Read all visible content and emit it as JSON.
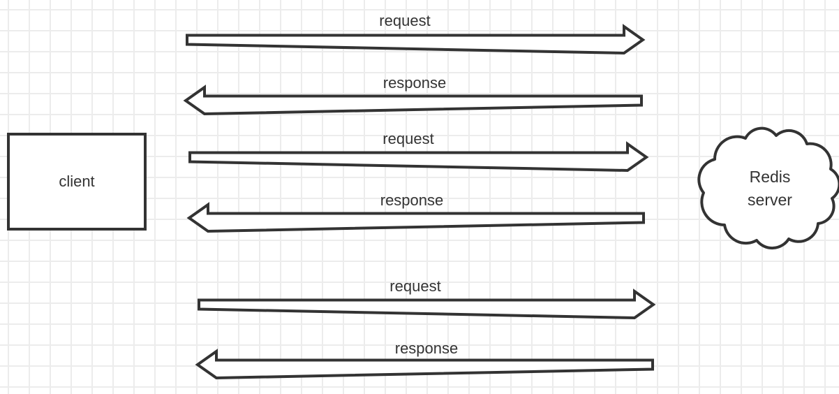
{
  "diagram": {
    "client": {
      "label": "client"
    },
    "server": {
      "label_line1": "Redis",
      "label_line2": "server"
    },
    "messages": [
      {
        "label": "request",
        "direction": "client-to-server"
      },
      {
        "label": "response",
        "direction": "server-to-client"
      },
      {
        "label": "request",
        "direction": "client-to-server"
      },
      {
        "label": "response",
        "direction": "server-to-client"
      },
      {
        "label": "request",
        "direction": "client-to-server"
      },
      {
        "label": "response",
        "direction": "server-to-client"
      }
    ],
    "colors": {
      "stroke": "#333333",
      "shape_fill": "#ffffff",
      "text": "#333333",
      "grid_line": "#ececec",
      "background": "#ffffff"
    }
  }
}
